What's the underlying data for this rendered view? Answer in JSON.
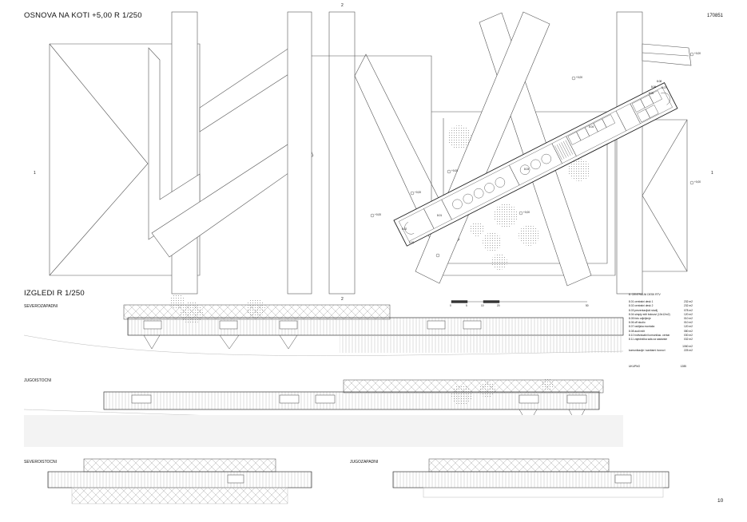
{
  "sheet": {
    "plan_title": "OSNOVA NA KOTI +5,00 R 1/250",
    "sheet_code": "170851",
    "elevations_title": "IZGLEDI R 1/250",
    "page_number": "10",
    "section_marks": {
      "left": "1",
      "right": "1",
      "top": "2",
      "bottom": "2"
    }
  },
  "elevations": {
    "labels": [
      "SEVEROZAPADNI",
      "JUGOISTOCNI",
      "SEVEROISTOCNI",
      "JUGOZAPADNI"
    ]
  },
  "scale_bar": {
    "ticks": [
      "0",
      "5",
      "10",
      "20",
      "50"
    ]
  },
  "room_labels": [
    "8.08",
    "8.07",
    "8.09",
    "8.06",
    "8.04",
    "8.03",
    "8.01",
    "8.10",
    "8.02"
  ],
  "level_marks": [
    "+0,00",
    "+0,00",
    "+0,00",
    "+0,00",
    "+0,00",
    "+0,00",
    "+0,00"
  ],
  "room_table": {
    "title": "8. CENTRALNI DESK RTV",
    "rows": [
      {
        "name": "8.01 centralni desk 1",
        "area": "232 m2"
      },
      {
        "name": "8.02 centralni desk 2",
        "area": "232 m2"
      },
      {
        "name": "8.03 prezentacijski studij",
        "area": "078 m2"
      },
      {
        "name": "8.04 simply edit boksovi (10x12m2)",
        "area": "120 m2"
      },
      {
        "name": "8.05 foto odjeljenje",
        "area": "010 m2"
      },
      {
        "name": "8.06 off studio",
        "area": "010 m2"
      },
      {
        "name": "8.07 radijska montaža",
        "area": "120 m2"
      },
      {
        "name": "8.08 audi edit",
        "area": "080 m2"
      },
      {
        "name": "8.10 individualni komunikac. centar",
        "area": "030 m2"
      },
      {
        "name": "8.11 zajednička sala za sastanke",
        "area": "032 m2"
      }
    ],
    "subtotal": "1060 m2",
    "circulation": {
      "name": "komunikacije i sanitarni čvorovi",
      "area": "225 m2"
    },
    "total": {
      "name": "UKUPNO",
      "area": "1285"
    }
  }
}
